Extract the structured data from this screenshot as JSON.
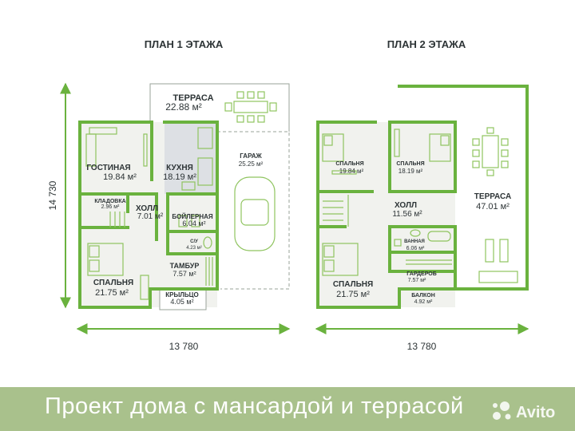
{
  "plan1": {
    "title": "ПЛАН 1 ЭТАЖА",
    "rooms": {
      "terrace": {
        "name": "ТЕРРАСА",
        "area": "22.88 м²"
      },
      "living": {
        "name": "ГОСТИНАЯ",
        "area": "19.84 м²"
      },
      "kitchen": {
        "name": "КУХНЯ",
        "area": "18.19 м²"
      },
      "garage": {
        "name": "ГАРАЖ",
        "area": "25.25 м²"
      },
      "pantry": {
        "name": "КЛАДОВКА",
        "area": "2.96 м²"
      },
      "hall": {
        "name": "ХОЛЛ",
        "area": "7.01 м²"
      },
      "boiler": {
        "name": "БОЙЛЕРНАЯ",
        "area": "6.04 м²"
      },
      "wc": {
        "name": "С/У",
        "area": "4.23 м²"
      },
      "bedroom": {
        "name": "СПАЛЬНЯ",
        "area": "21.75 м²"
      },
      "vestibule": {
        "name": "ТАМБУР",
        "area": "7.57 м²"
      },
      "porch": {
        "name": "КРЫЛЬЦО",
        "area": "4.05 м²"
      }
    },
    "dim_width": "13 780",
    "dim_height": "14 730"
  },
  "plan2": {
    "title": "ПЛАН 2 ЭТАЖА",
    "rooms": {
      "bedroom1": {
        "name": "СПАЛЬНЯ",
        "area": "19.84 м²"
      },
      "bedroom2": {
        "name": "СПАЛЬНЯ",
        "area": "18.19 м²"
      },
      "terrace": {
        "name": "ТЕРРАСА",
        "area": "47.01 м²"
      },
      "hall": {
        "name": "ХОЛЛ",
        "area": "11.56 м²"
      },
      "bathroom": {
        "name": "ВАННАЯ",
        "area": "6.06 м²"
      },
      "bedroom3": {
        "name": "СПАЛЬНЯ",
        "area": "21.75 м²"
      },
      "wardrobe": {
        "name": "ГАРДЕРОБ",
        "area": "7.57 м²"
      },
      "balcony": {
        "name": "БАЛКОН",
        "area": "4.92 м²"
      }
    },
    "dim_width": "13 780"
  },
  "footer": {
    "caption": "Проект дома с мансардой и террасой",
    "logo_text": "Avito"
  },
  "colors": {
    "wall": "#6ab23e",
    "room_fill": "#f1f2ee",
    "kitchen_fill": "#dde0e4",
    "furniture": "#8fc45f",
    "footer_bg": "#a9c18c"
  }
}
